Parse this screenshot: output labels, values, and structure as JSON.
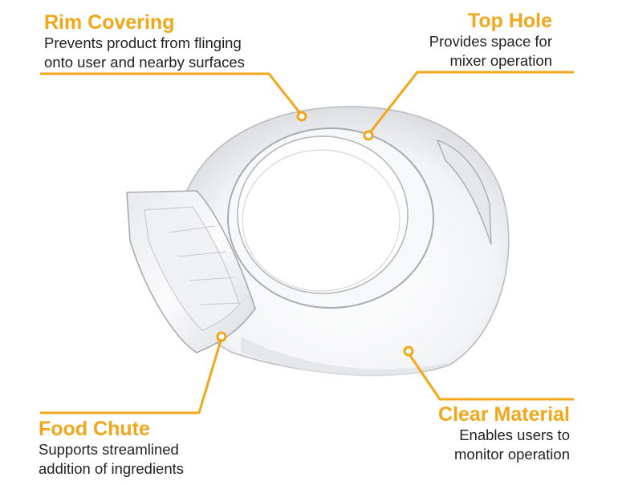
{
  "colors": {
    "accent": "#f2a619",
    "text": "#222222",
    "background": "#ffffff"
  },
  "callouts": {
    "rim": {
      "title": "Rim Covering",
      "line1": "Prevents product from flinging",
      "line2": "onto user and nearby surfaces"
    },
    "top": {
      "title": "Top Hole",
      "line1": "Provides space for",
      "line2": "mixer operation"
    },
    "chute": {
      "title": "Food Chute",
      "line1": "Supports streamlined",
      "line2": "addition of ingredients"
    },
    "clear": {
      "title": "Clear Material",
      "line1": "Enables users to",
      "line2": "monitor operation"
    }
  }
}
